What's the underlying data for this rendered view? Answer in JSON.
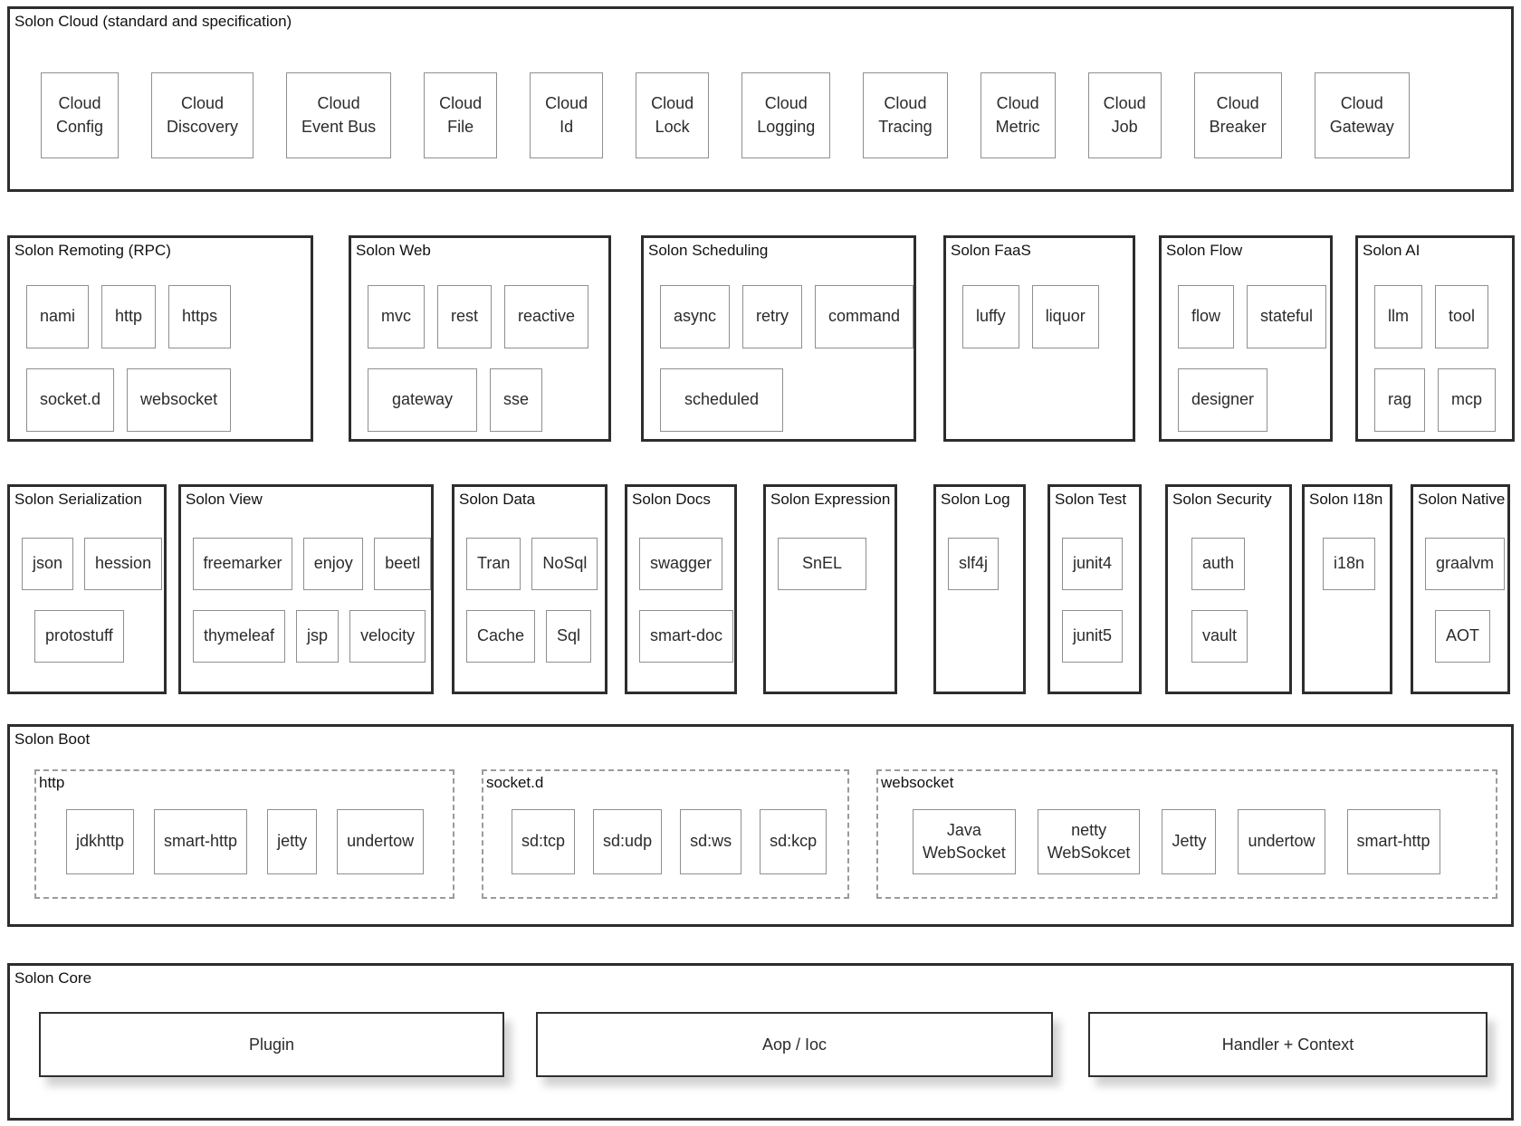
{
  "cloud": {
    "title": "Solon Cloud (standard and specification)",
    "items": [
      "Cloud\nConfig",
      "Cloud\nDiscovery",
      "Cloud\nEvent Bus",
      "Cloud\nFile",
      "Cloud\nId",
      "Cloud\nLock",
      "Cloud\nLogging",
      "Cloud\nTracing",
      "Cloud\nMetric",
      "Cloud\nJob",
      "Cloud\nBreaker",
      "Cloud\nGateway"
    ]
  },
  "remoting": {
    "title": "Solon Remoting (RPC)",
    "row1": [
      "nami",
      "http",
      "https"
    ],
    "row2": [
      "socket.d",
      "websocket"
    ]
  },
  "web": {
    "title": "Solon Web",
    "row1": [
      "mvc",
      "rest",
      "reactive"
    ],
    "row2": [
      "gateway",
      "sse"
    ]
  },
  "scheduling": {
    "title": "Solon Scheduling",
    "row1": [
      "async",
      "retry",
      "command"
    ],
    "row2": [
      "scheduled"
    ]
  },
  "faas": {
    "title": "Solon FaaS",
    "row1": [
      "luffy",
      "liquor"
    ]
  },
  "flow": {
    "title": "Solon Flow",
    "row1": [
      "flow",
      "stateful"
    ],
    "row2": [
      "designer"
    ]
  },
  "ai": {
    "title": "Solon AI",
    "row1": [
      "llm",
      "tool"
    ],
    "row2": [
      "rag",
      "mcp"
    ]
  },
  "serialization": {
    "title": "Solon Serialization",
    "row1": [
      "json",
      "hession"
    ],
    "row2": [
      "protostuff"
    ]
  },
  "view": {
    "title": "Solon View",
    "row1": [
      "freemarker",
      "enjoy",
      "beetl"
    ],
    "row2": [
      "thymeleaf",
      "jsp",
      "velocity"
    ]
  },
  "data": {
    "title": "Solon Data",
    "row1": [
      "Tran",
      "NoSql"
    ],
    "row2": [
      "Cache",
      "Sql"
    ]
  },
  "docs": {
    "title": "Solon Docs",
    "row1": [
      "swagger"
    ],
    "row2": [
      "smart-doc"
    ]
  },
  "expression": {
    "title": "Solon Expression",
    "row1": [
      "SnEL"
    ]
  },
  "log": {
    "title": "Solon Log",
    "row1": [
      "slf4j"
    ]
  },
  "test": {
    "title": "Solon Test",
    "row1": [
      "junit4"
    ],
    "row2": [
      "junit5"
    ]
  },
  "security": {
    "title": "Solon Security",
    "row1": [
      "auth"
    ],
    "row2": [
      "vault"
    ]
  },
  "i18n": {
    "title": "Solon I18n",
    "row1": [
      "i18n"
    ]
  },
  "native": {
    "title": "Solon Native",
    "row1": [
      "graalvm"
    ],
    "row2": [
      "AOT"
    ]
  },
  "boot": {
    "title": "Solon Boot",
    "http": {
      "title": "http",
      "items": [
        "jdkhttp",
        "smart-http",
        "jetty",
        "undertow"
      ]
    },
    "socketd": {
      "title": "socket.d",
      "items": [
        "sd:tcp",
        "sd:udp",
        "sd:ws",
        "sd:kcp"
      ]
    },
    "websocket": {
      "title": "websocket",
      "items": [
        "Java\nWebSocket",
        "netty\nWebSokcet",
        "Jetty",
        "undertow",
        "smart-http"
      ]
    }
  },
  "core": {
    "title": "Solon Core",
    "items": [
      "Plugin",
      "Aop / Ioc",
      "Handler + Context"
    ]
  }
}
